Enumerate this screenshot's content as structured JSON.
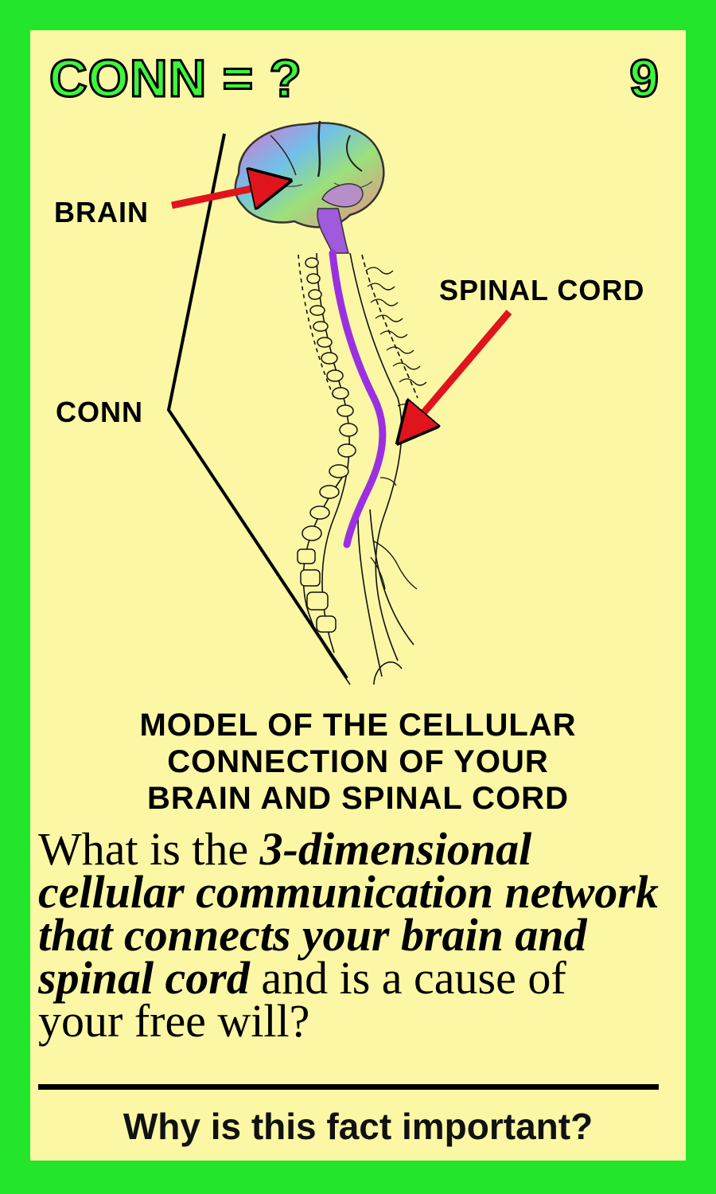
{
  "card": {
    "title": "CONN = ?",
    "number": "9"
  },
  "diagram": {
    "labels": {
      "brain": "BRAIN",
      "spinal_cord": "SPINAL CORD",
      "conn": "CONN"
    }
  },
  "caption": {
    "lines": [
      "MODEL OF THE CELLULAR",
      "CONNECTION OF YOUR",
      "BRAIN AND SPINAL CORD"
    ]
  },
  "question": {
    "line1_plain": "What is the ",
    "line1_bold": "3-dimensional",
    "line2_bold": "cellular communication network",
    "line3_bold": "that connects your brain and",
    "line4_bold": "spinal cord",
    "line4_plain": " and is a cause of",
    "line5_plain": "your free will?"
  },
  "prompt": "Why is this fact important?",
  "colors": {
    "border": "#22e52c",
    "card_background": "#fbf7a4",
    "title_fill": "#3df53d",
    "arrow": "#e0141c",
    "spinal_cord": "#9b30e0"
  }
}
